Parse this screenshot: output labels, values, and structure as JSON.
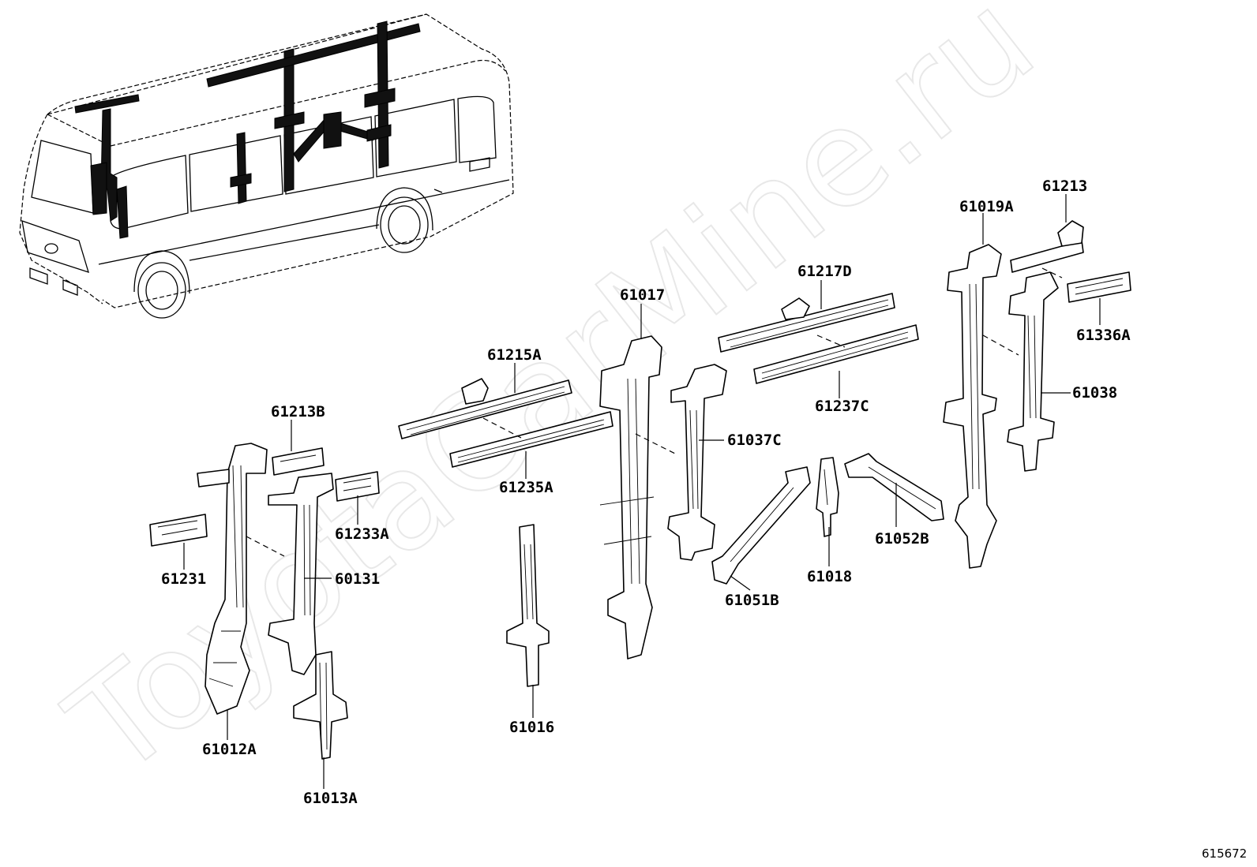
{
  "watermark": "ToyotaCarMine.ru",
  "diagram_code": "615672",
  "parts": [
    {
      "id": "p-61213",
      "label": "61213"
    },
    {
      "id": "p-61019a",
      "label": "61019A"
    },
    {
      "id": "p-61217d",
      "label": "61217D"
    },
    {
      "id": "p-61017",
      "label": "61017"
    },
    {
      "id": "p-61336a",
      "label": "61336A"
    },
    {
      "id": "p-61215a",
      "label": "61215A"
    },
    {
      "id": "p-61038",
      "label": "61038"
    },
    {
      "id": "p-61237c",
      "label": "61237C"
    },
    {
      "id": "p-61213b",
      "label": "61213B"
    },
    {
      "id": "p-61037c",
      "label": "61037C"
    },
    {
      "id": "p-61235a",
      "label": "61235A"
    },
    {
      "id": "p-61233a",
      "label": "61233A"
    },
    {
      "id": "p-61052b",
      "label": "61052B"
    },
    {
      "id": "p-61231",
      "label": "61231"
    },
    {
      "id": "p-60131",
      "label": "60131"
    },
    {
      "id": "p-61018",
      "label": "61018"
    },
    {
      "id": "p-61051b",
      "label": "61051B"
    },
    {
      "id": "p-61016",
      "label": "61016"
    },
    {
      "id": "p-61012a",
      "label": "61012A"
    },
    {
      "id": "p-61013a",
      "label": "61013A"
    }
  ]
}
